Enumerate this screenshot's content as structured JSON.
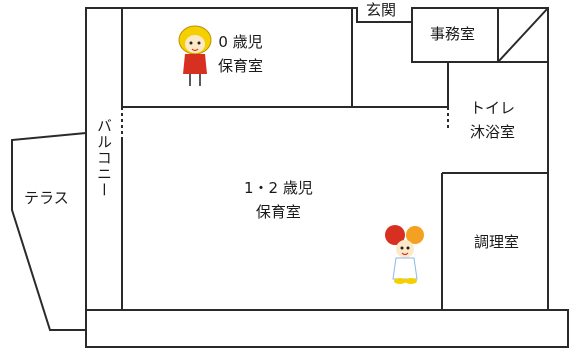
{
  "rooms": {
    "infant_room_0": {
      "line1": "0 歳児",
      "line2": "保育室"
    },
    "room_1_2": {
      "line1": "1・2 歳児",
      "line2": "保育室"
    },
    "entrance": "玄関",
    "office": "事務室",
    "toilet": {
      "line1": "トイレ",
      "line2": "沐浴室"
    },
    "kitchen": "調理室",
    "balcony": "バルコニー",
    "terrace": "テラス"
  },
  "colors": {
    "wall": "#2a2a2a",
    "background": "#ffffff",
    "mascot_yellow": "#f5d000",
    "mascot_red": "#d83020",
    "mascot_orange": "#f4a020",
    "mascot_blue": "#8fb8e8"
  },
  "icons": [
    "girl-mascot-icon",
    "boy-mascot-icon"
  ]
}
